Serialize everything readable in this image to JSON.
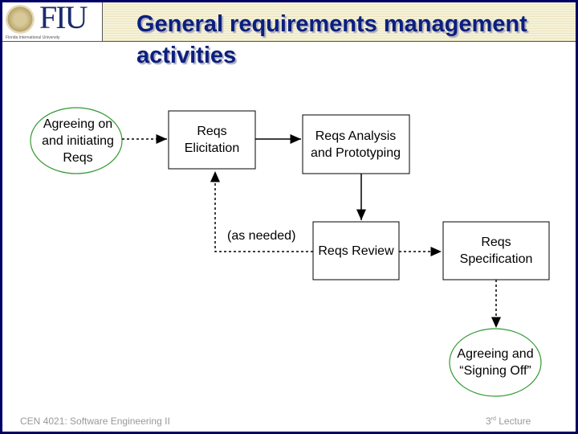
{
  "header": {
    "logo_text": "FIU",
    "logo_subtext": "Florida International University",
    "title": "General requirements management activities"
  },
  "diagram": {
    "nodes": {
      "agreeing": "Agreeing on and initiating Reqs",
      "elicitation": "Reqs Elicitation",
      "analysis": "Reqs Analysis and Prototyping",
      "review": "Reqs Review",
      "specification": "Reqs Specification",
      "signoff": "Agreeing and “Signing Off”"
    },
    "edge_label": "(as needed)",
    "colors": {
      "ellipse_stroke": "#339933",
      "box_stroke": "#000000",
      "title": "#0b1f7e",
      "border": "#000066"
    }
  },
  "footer": {
    "course": "CEN 4021: Software Engineering II",
    "lecture_num": "3",
    "lecture_sup": "rd",
    "lecture_label": " Lecture"
  }
}
